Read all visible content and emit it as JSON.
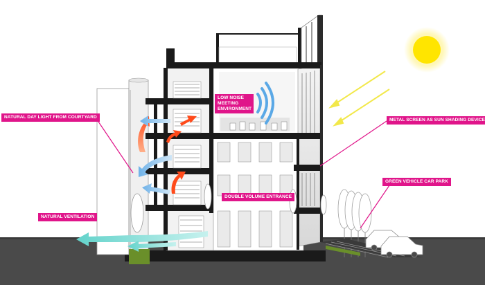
{
  "labels": {
    "courtyard_light": "NATURAL DAY LIGHT FROM COURTYARD",
    "meeting": "LOW NOISE MEETING ENVIRONMENT",
    "metal_screen": "METAL SCREEN AS SUN SHADING DEVICE",
    "car_park": "GREEN VEHICLE CAR PARK",
    "entrance": "DOUBLE VOLUME ENTRANCE",
    "ventilation": "NATURAL VENTILATION"
  },
  "colors": {
    "label_bg": "#e0158a",
    "label_text": "#ffffff",
    "ground": "#4a4a4a",
    "slab": "#1a1a1a",
    "sun": "#ffe500",
    "sun_glow": "#fff6b0",
    "warm_arrow": "#ff4a1a",
    "cool_arrow": "#8fc6ef",
    "ventilation_arrow": "#78dcd6",
    "sound_waves": "#5aa8e6",
    "vegetation": "#6a8f2a"
  },
  "icons": {
    "sun": "sun-icon",
    "sound": "sound-waves-icon",
    "sunlight": "sunlight-arrow-icon",
    "airflow": "airflow-arrow-icon"
  }
}
